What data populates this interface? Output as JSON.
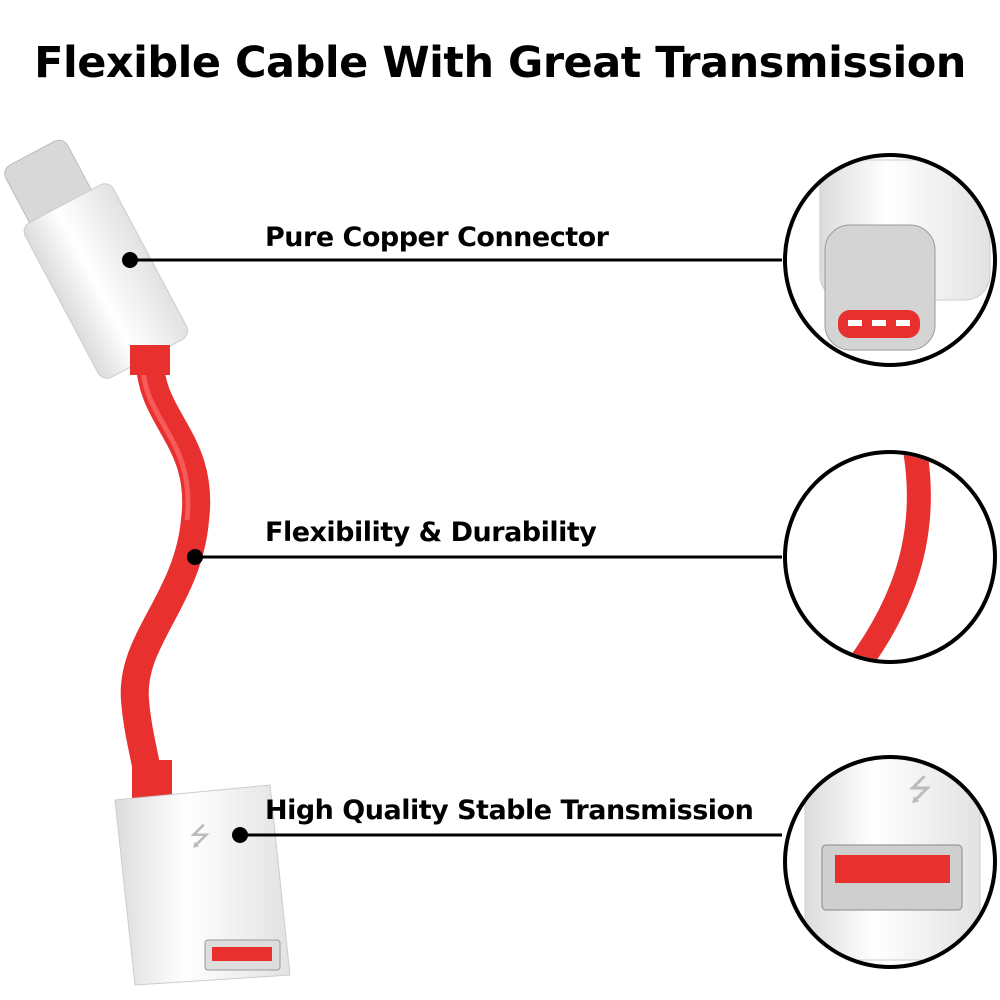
{
  "title": "Flexible Cable With Great Transmission",
  "features": [
    {
      "label": "Pure Copper Connector"
    },
    {
      "label": "Flexibility & Durability"
    },
    {
      "label": "High Quality Stable Transmission"
    }
  ],
  "colors": {
    "cable": "#e8302f",
    "connector": "#f4f4f4",
    "line": "#000000"
  }
}
